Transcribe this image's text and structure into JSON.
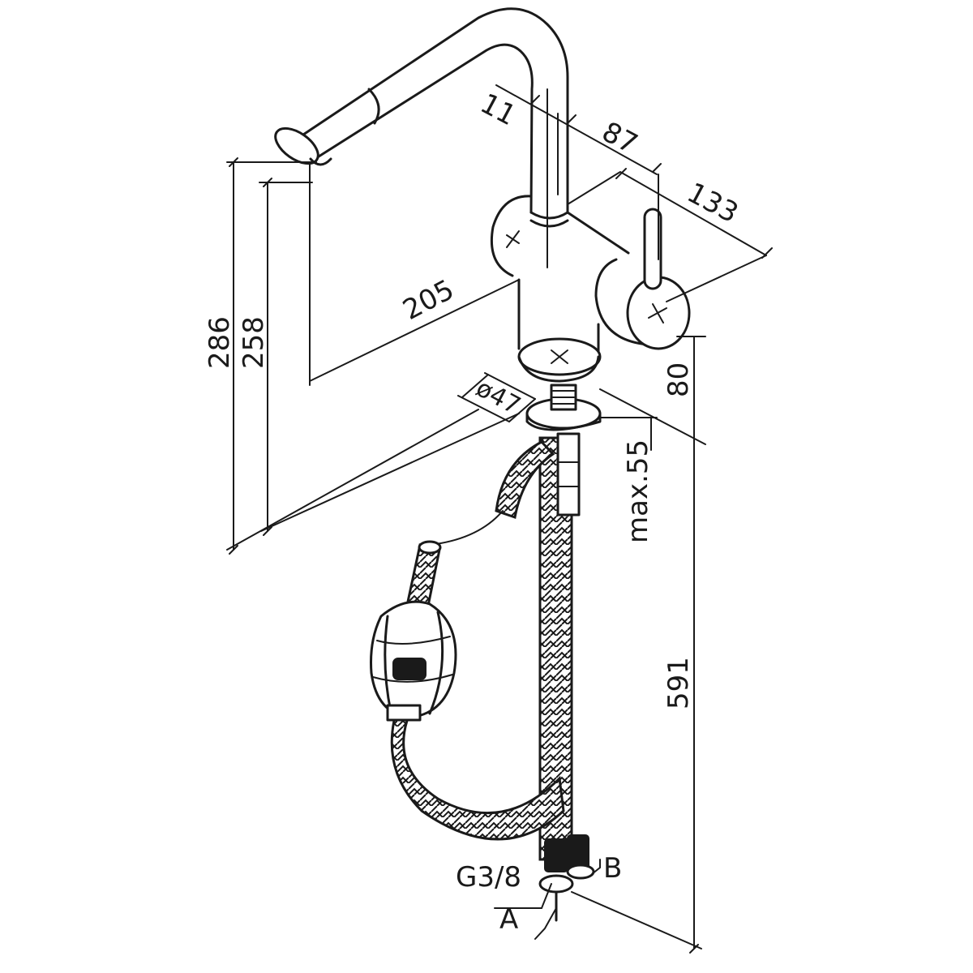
{
  "dimensions": {
    "width_11": "11",
    "width_87": "87",
    "width_133": "133",
    "reach_205": "205",
    "height_286": "286",
    "height_258": "258",
    "height_80": "80",
    "diameter_47": "ø47",
    "max_55": "max.55",
    "hose_591": "591"
  },
  "connections": {
    "thread": "G3/8",
    "inlet_a": "A",
    "inlet_b": "B"
  },
  "colors": {
    "line": "#1a1a1a",
    "background": "#ffffff"
  }
}
